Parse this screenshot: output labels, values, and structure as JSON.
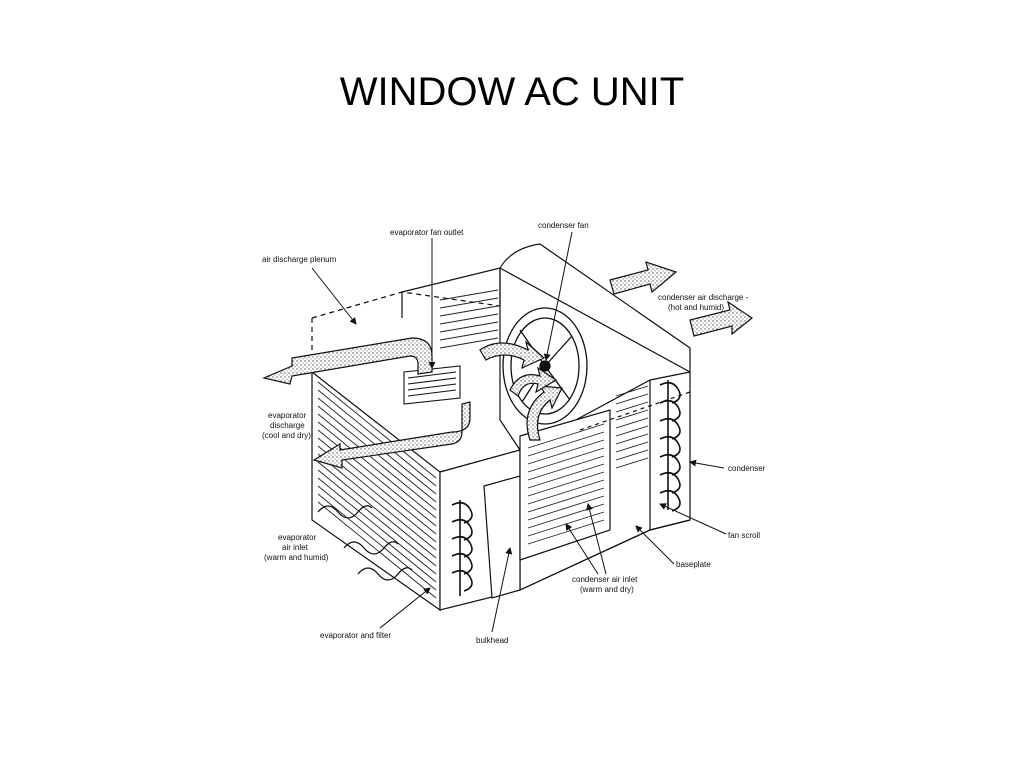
{
  "title": "WINDOW AC UNIT",
  "labels": {
    "air_discharge_plenum": "air discharge plenum",
    "evaporator_fan_outlet": "evaporator fan outlet",
    "condenser_fan": "condenser fan",
    "condenser_air_discharge_1": "condenser air discharge -",
    "condenser_air_discharge_2": "(hot and humid)",
    "evaporator_discharge_1": "evaporator",
    "evaporator_discharge_2": "discharge",
    "evaporator_discharge_3": "(cool and dry)",
    "condenser": "condenser",
    "fan_scroll": "fan scroll",
    "baseplate": "baseplate",
    "evaporator_air_inlet_1": "evaporator",
    "evaporator_air_inlet_2": "air inlet",
    "evaporator_air_inlet_3": "(warm and humid)",
    "condenser_air_inlet_1": "condenser air inlet",
    "condenser_air_inlet_2": "(warm and dry)",
    "evaporator_and_filter": "evaporator and filter",
    "bulkhead": "bulkhead"
  }
}
